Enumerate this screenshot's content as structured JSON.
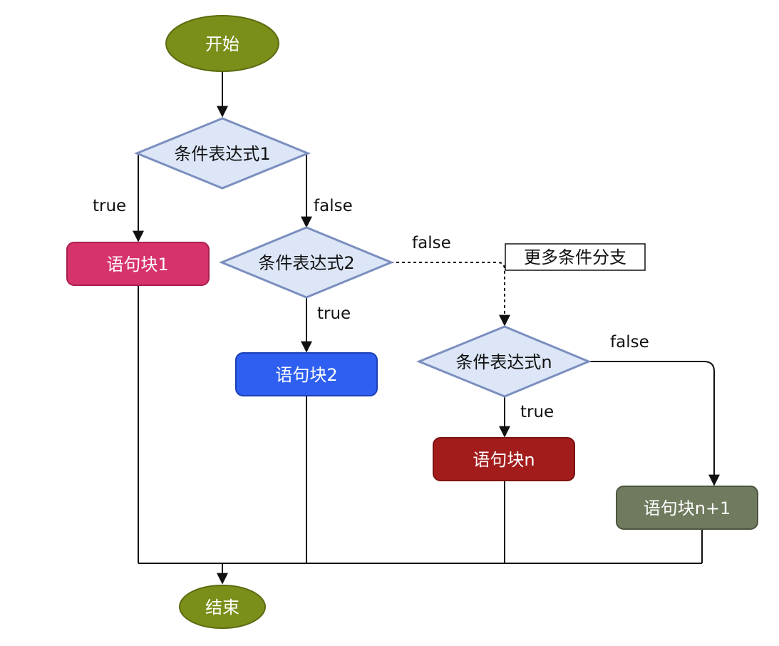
{
  "nodes": {
    "start": {
      "label": "开始",
      "color": "#7a8f1a"
    },
    "end": {
      "label": "结束",
      "color": "#7a8f1a"
    },
    "cond1": {
      "label": "条件表达式1",
      "color": "#dce6f7"
    },
    "cond2": {
      "label": "条件表达式2",
      "color": "#dce6f7"
    },
    "condn": {
      "label": "条件表达式n",
      "color": "#dce6f7"
    },
    "block1": {
      "label": "语句块1",
      "color": "#d6326c"
    },
    "block2": {
      "label": "语句块2",
      "color": "#2e5ff0"
    },
    "blockn": {
      "label": "语句块n",
      "color": "#a31c1c"
    },
    "blockn1": {
      "label": "语句块n+1",
      "color": "#6f7a5e"
    }
  },
  "edges": {
    "cond1_true": "true",
    "cond1_false": "false",
    "cond2_true": "true",
    "cond2_false": "false",
    "condn_true": "true",
    "condn_false": "false"
  },
  "note": {
    "label": "更多条件分支"
  }
}
